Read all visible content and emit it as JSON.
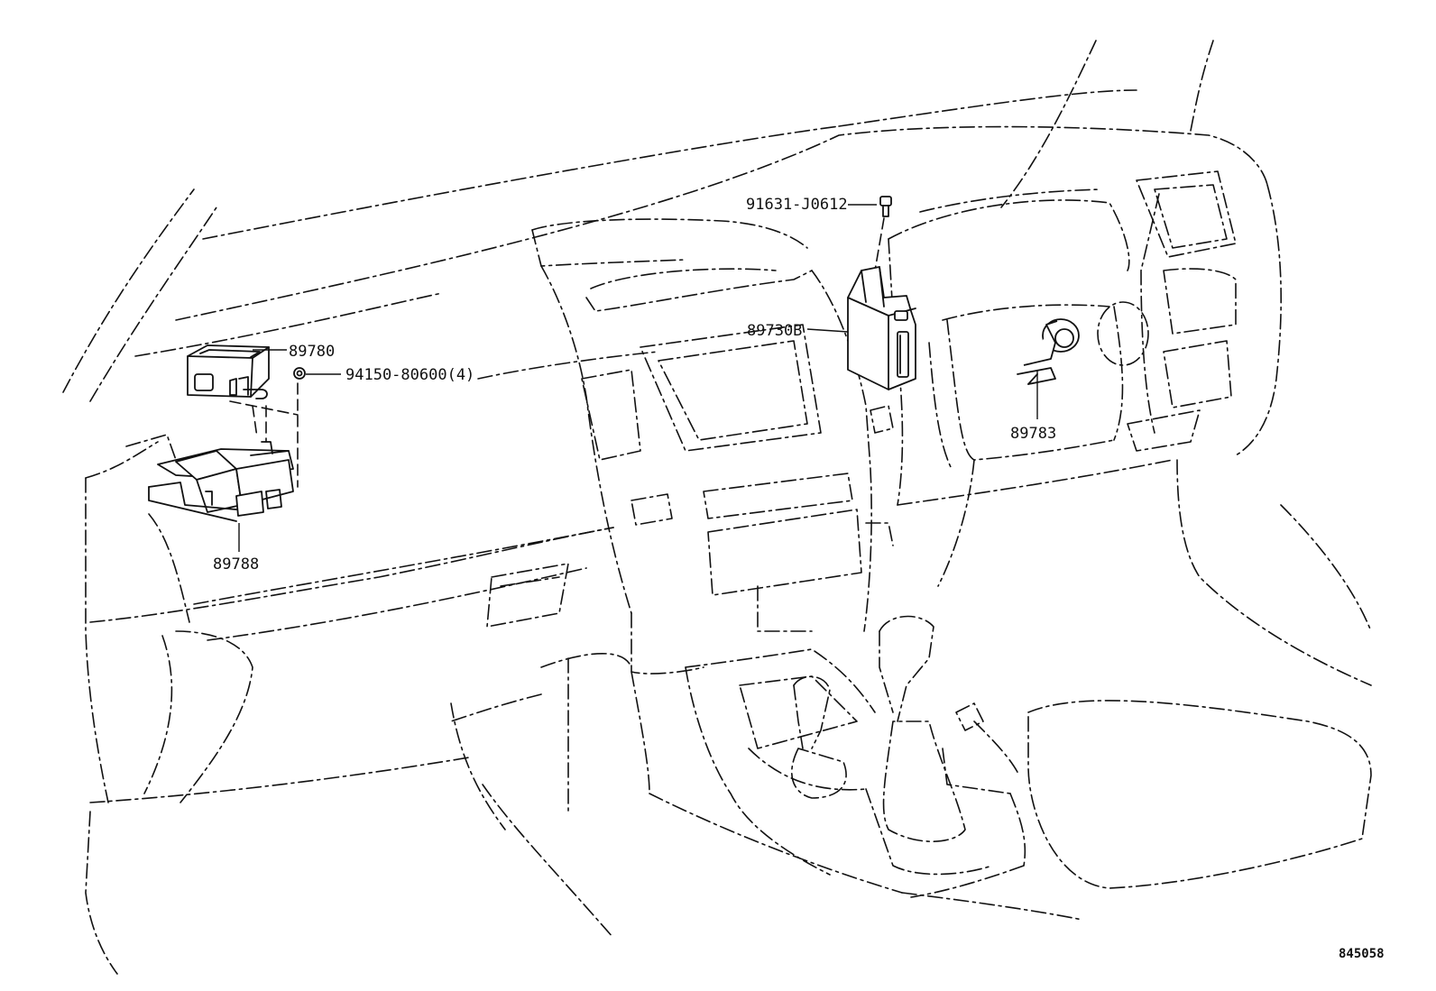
{
  "parts": {
    "p89780": "89780",
    "p94150": "94150-80600(4)",
    "p91631": "91631-J0612",
    "p89730B": "89730B",
    "p89783": "89783",
    "p89788": "89788"
  },
  "drawing_code": "845058"
}
